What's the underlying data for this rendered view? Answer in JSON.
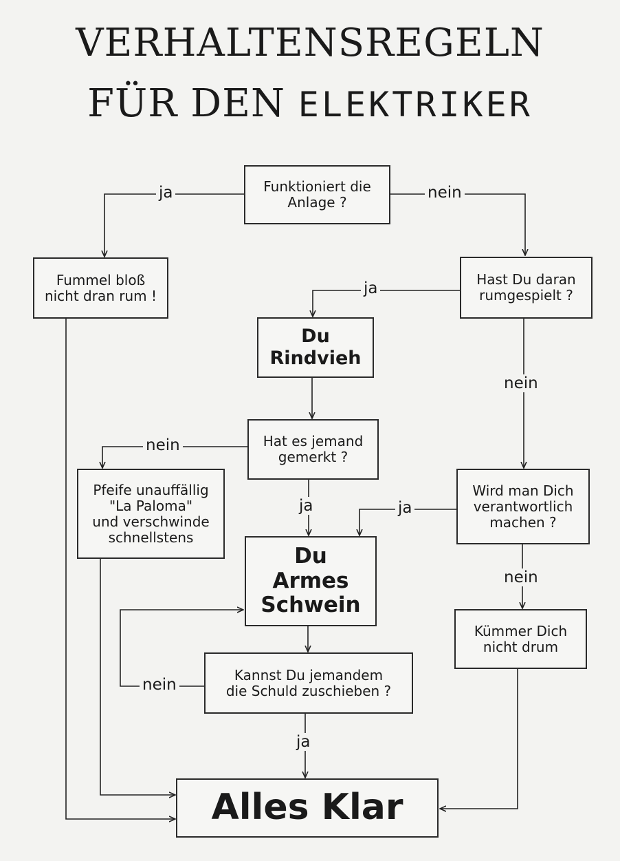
{
  "title": {
    "line1": "VERHALTENSREGELN",
    "line2_prefix": "FÜR DEN",
    "line2_handwritten": "ELEKTRIKER"
  },
  "nodes": {
    "q_funktioniert": "Funktioniert die\nAnlage ?",
    "a_fummel": "Fummel bloß\nnicht dran rum !",
    "q_rumgespielt": "Hast Du daran\nrumgespielt ?",
    "a_rindvieh": "Du\nRindvieh",
    "q_gemerkt": "Hat es jemand\ngemerkt ?",
    "a_pfeife": "Pfeife unauffällig\n\"La Paloma\"\nund verschwinde\nschnellstens",
    "q_verantwortlich": "Wird man Dich\nverantwortlich\nmachen ?",
    "a_schwein": "Du\nArmes\nSchwein",
    "a_kuemmer": "Kümmer Dich\nnicht drum",
    "q_schuld": "Kannst Du jemandem\ndie Schuld zuschieben ?",
    "a_allesklar": "Alles Klar"
  },
  "edge_labels": {
    "ja_1": "ja",
    "nein_1": "nein",
    "ja_2": "ja",
    "nein_2": "nein",
    "nein_3": "nein",
    "ja_3": "ja",
    "ja_4": "ja",
    "nein_4": "nein",
    "nein_5": "nein",
    "ja_5": "ja"
  }
}
